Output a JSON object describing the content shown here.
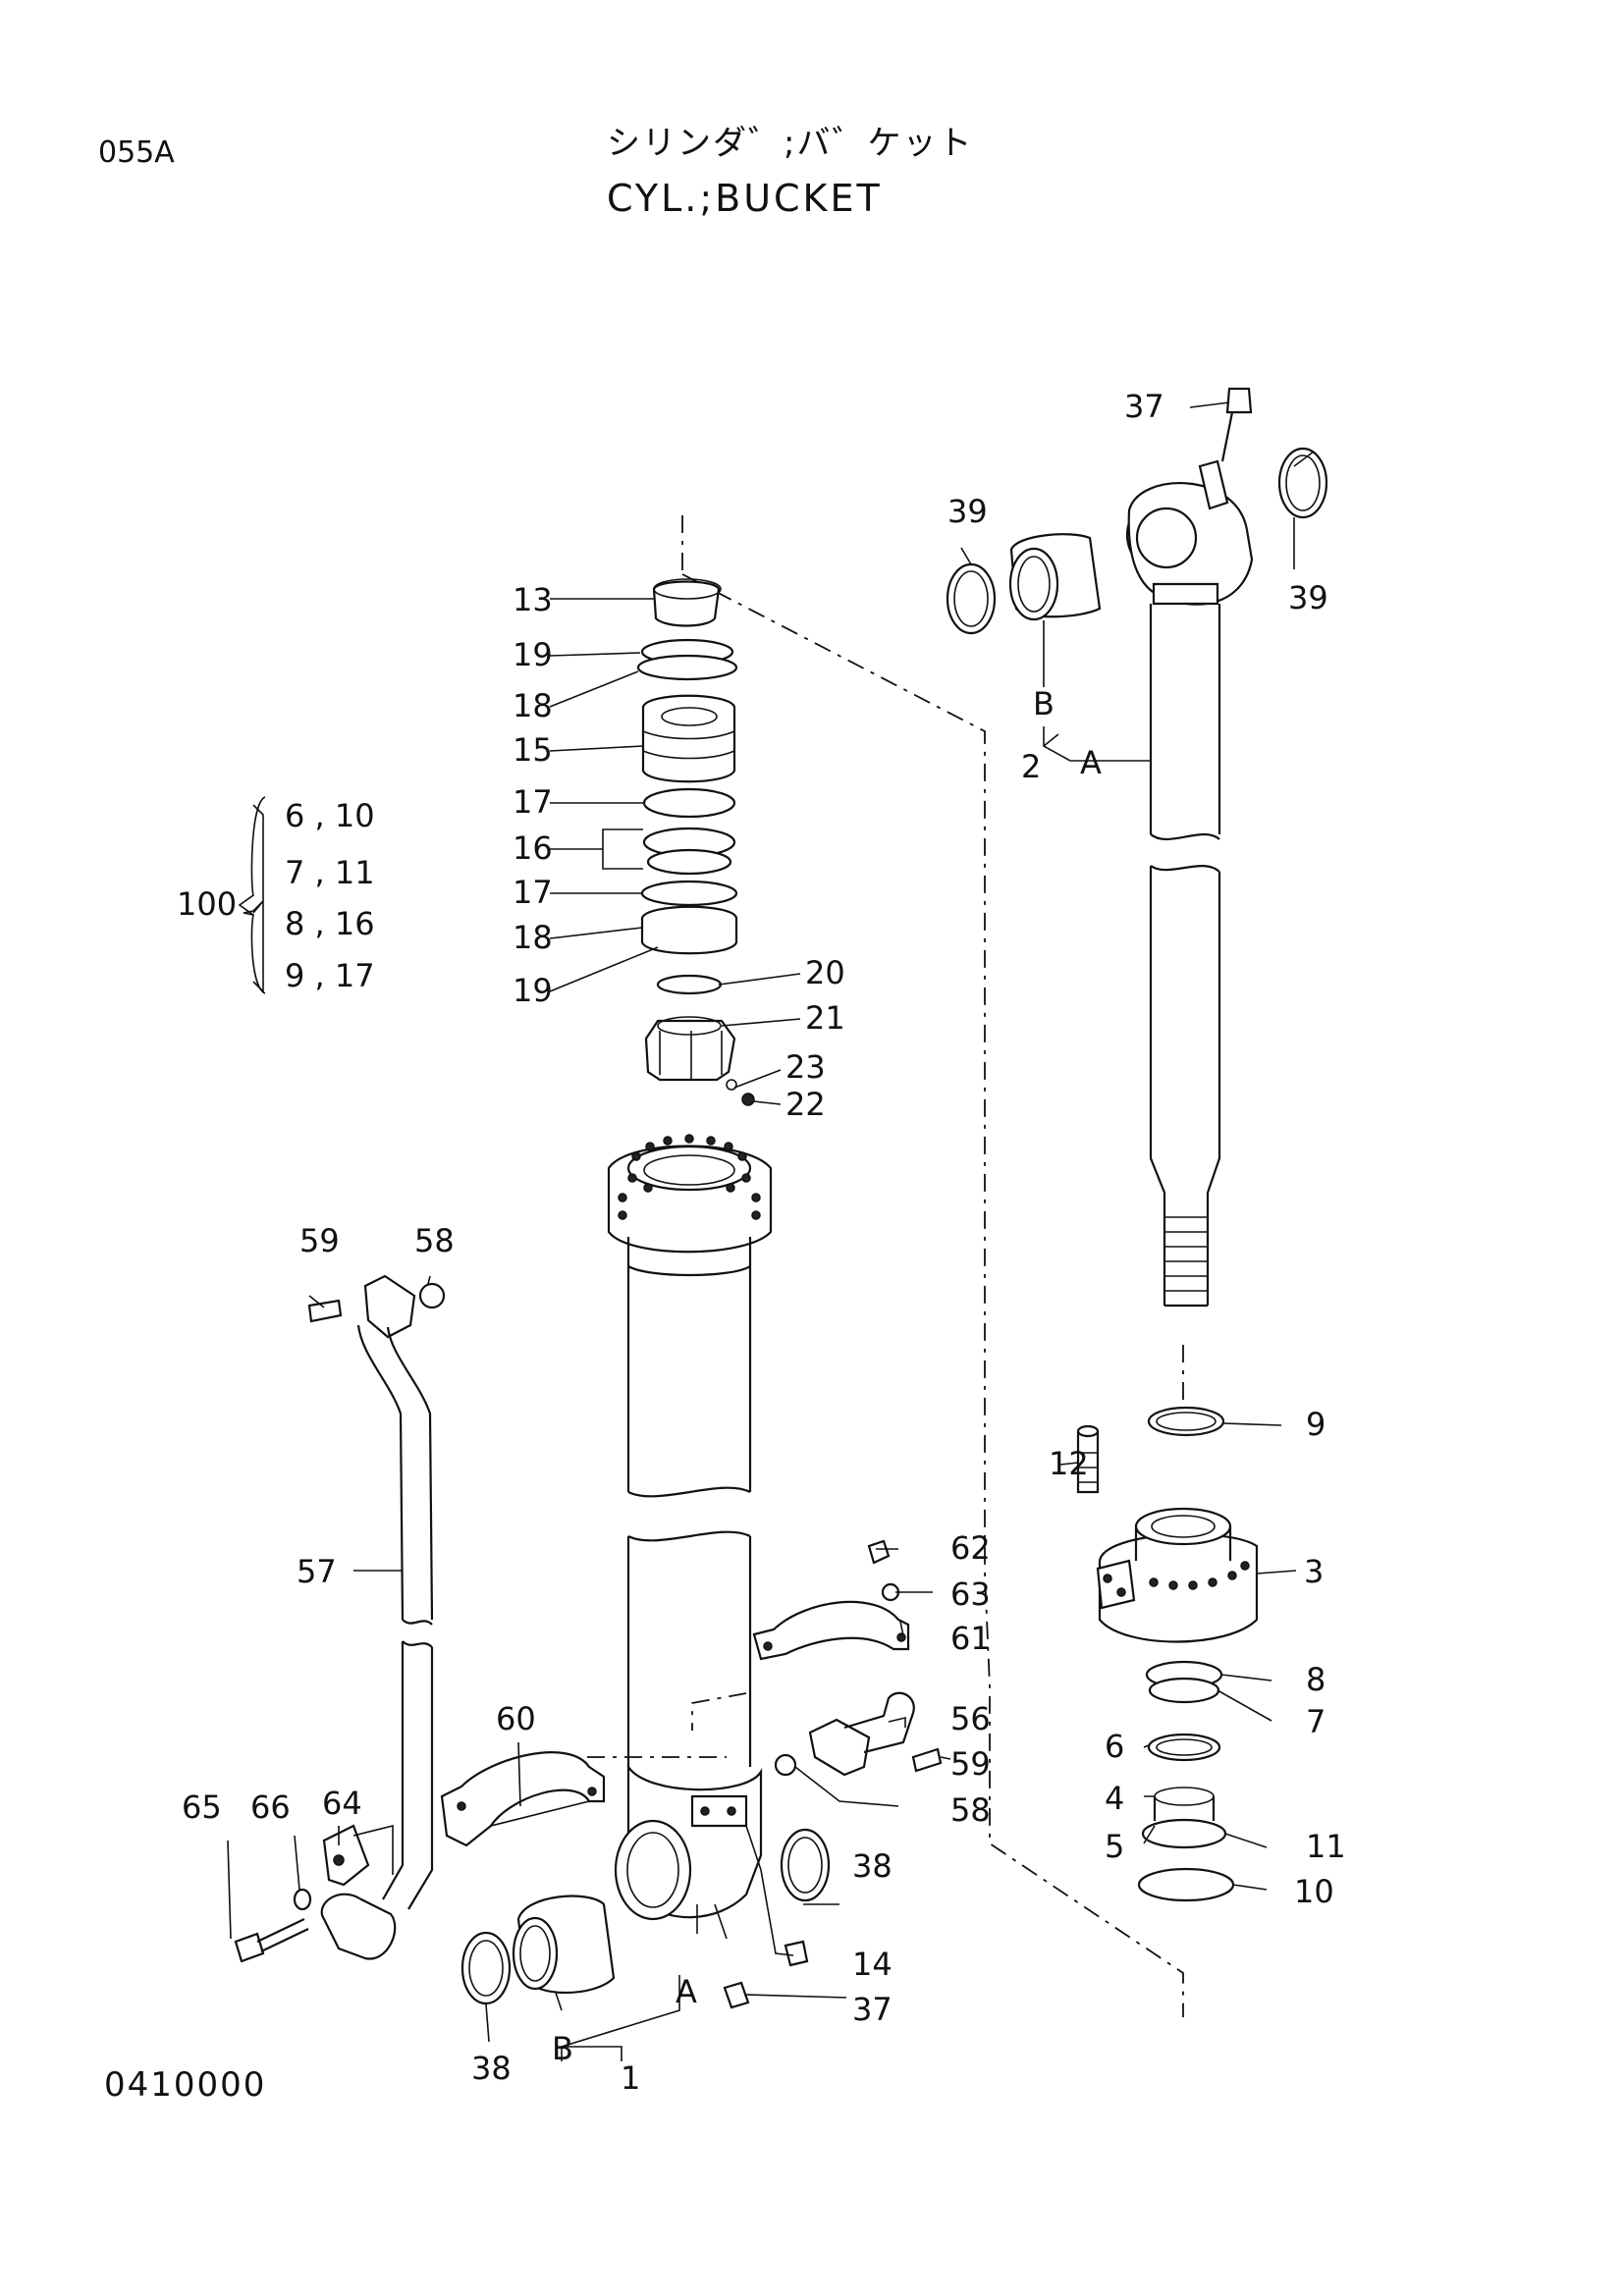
{
  "header": {
    "page_code": "055A",
    "title_jp": "シリンダ゛;バ゛ケット",
    "title_en": "CYL.;BUCKET"
  },
  "footer": {
    "drawing_code": "0410000"
  },
  "kit": {
    "number": "100",
    "rows": [
      "6 , 10",
      "7 , 11",
      "8 , 16",
      "9 , 17"
    ]
  },
  "callouts": {
    "p1": "1",
    "p2": "2",
    "p3": "3",
    "p4": "4",
    "p5": "5",
    "p6": "6",
    "p7": "7",
    "p8": "8",
    "p9": "9",
    "p10": "10",
    "p11": "11",
    "p12": "12",
    "p13": "13",
    "p14": "14",
    "p15": "15",
    "p16": "16",
    "p17a": "17",
    "p17b": "17",
    "p18a": "18",
    "p18b": "18",
    "p19a": "19",
    "p19b": "19",
    "p20": "20",
    "p21": "21",
    "p22": "22",
    "p23": "23",
    "p37a": "37",
    "p37b": "37",
    "p38a": "38",
    "p38b": "38",
    "p39a": "39",
    "p39b": "39",
    "p56": "56",
    "p57": "57",
    "p58a": "58",
    "p58b": "58",
    "p59a": "59",
    "p59b": "59",
    "p60": "60",
    "p61": "61",
    "p62": "62",
    "p63": "63",
    "p64": "64",
    "p65": "65",
    "p66": "66",
    "rodA": "A",
    "rodB": "B",
    "tubeA": "A",
    "tubeB": "B"
  }
}
